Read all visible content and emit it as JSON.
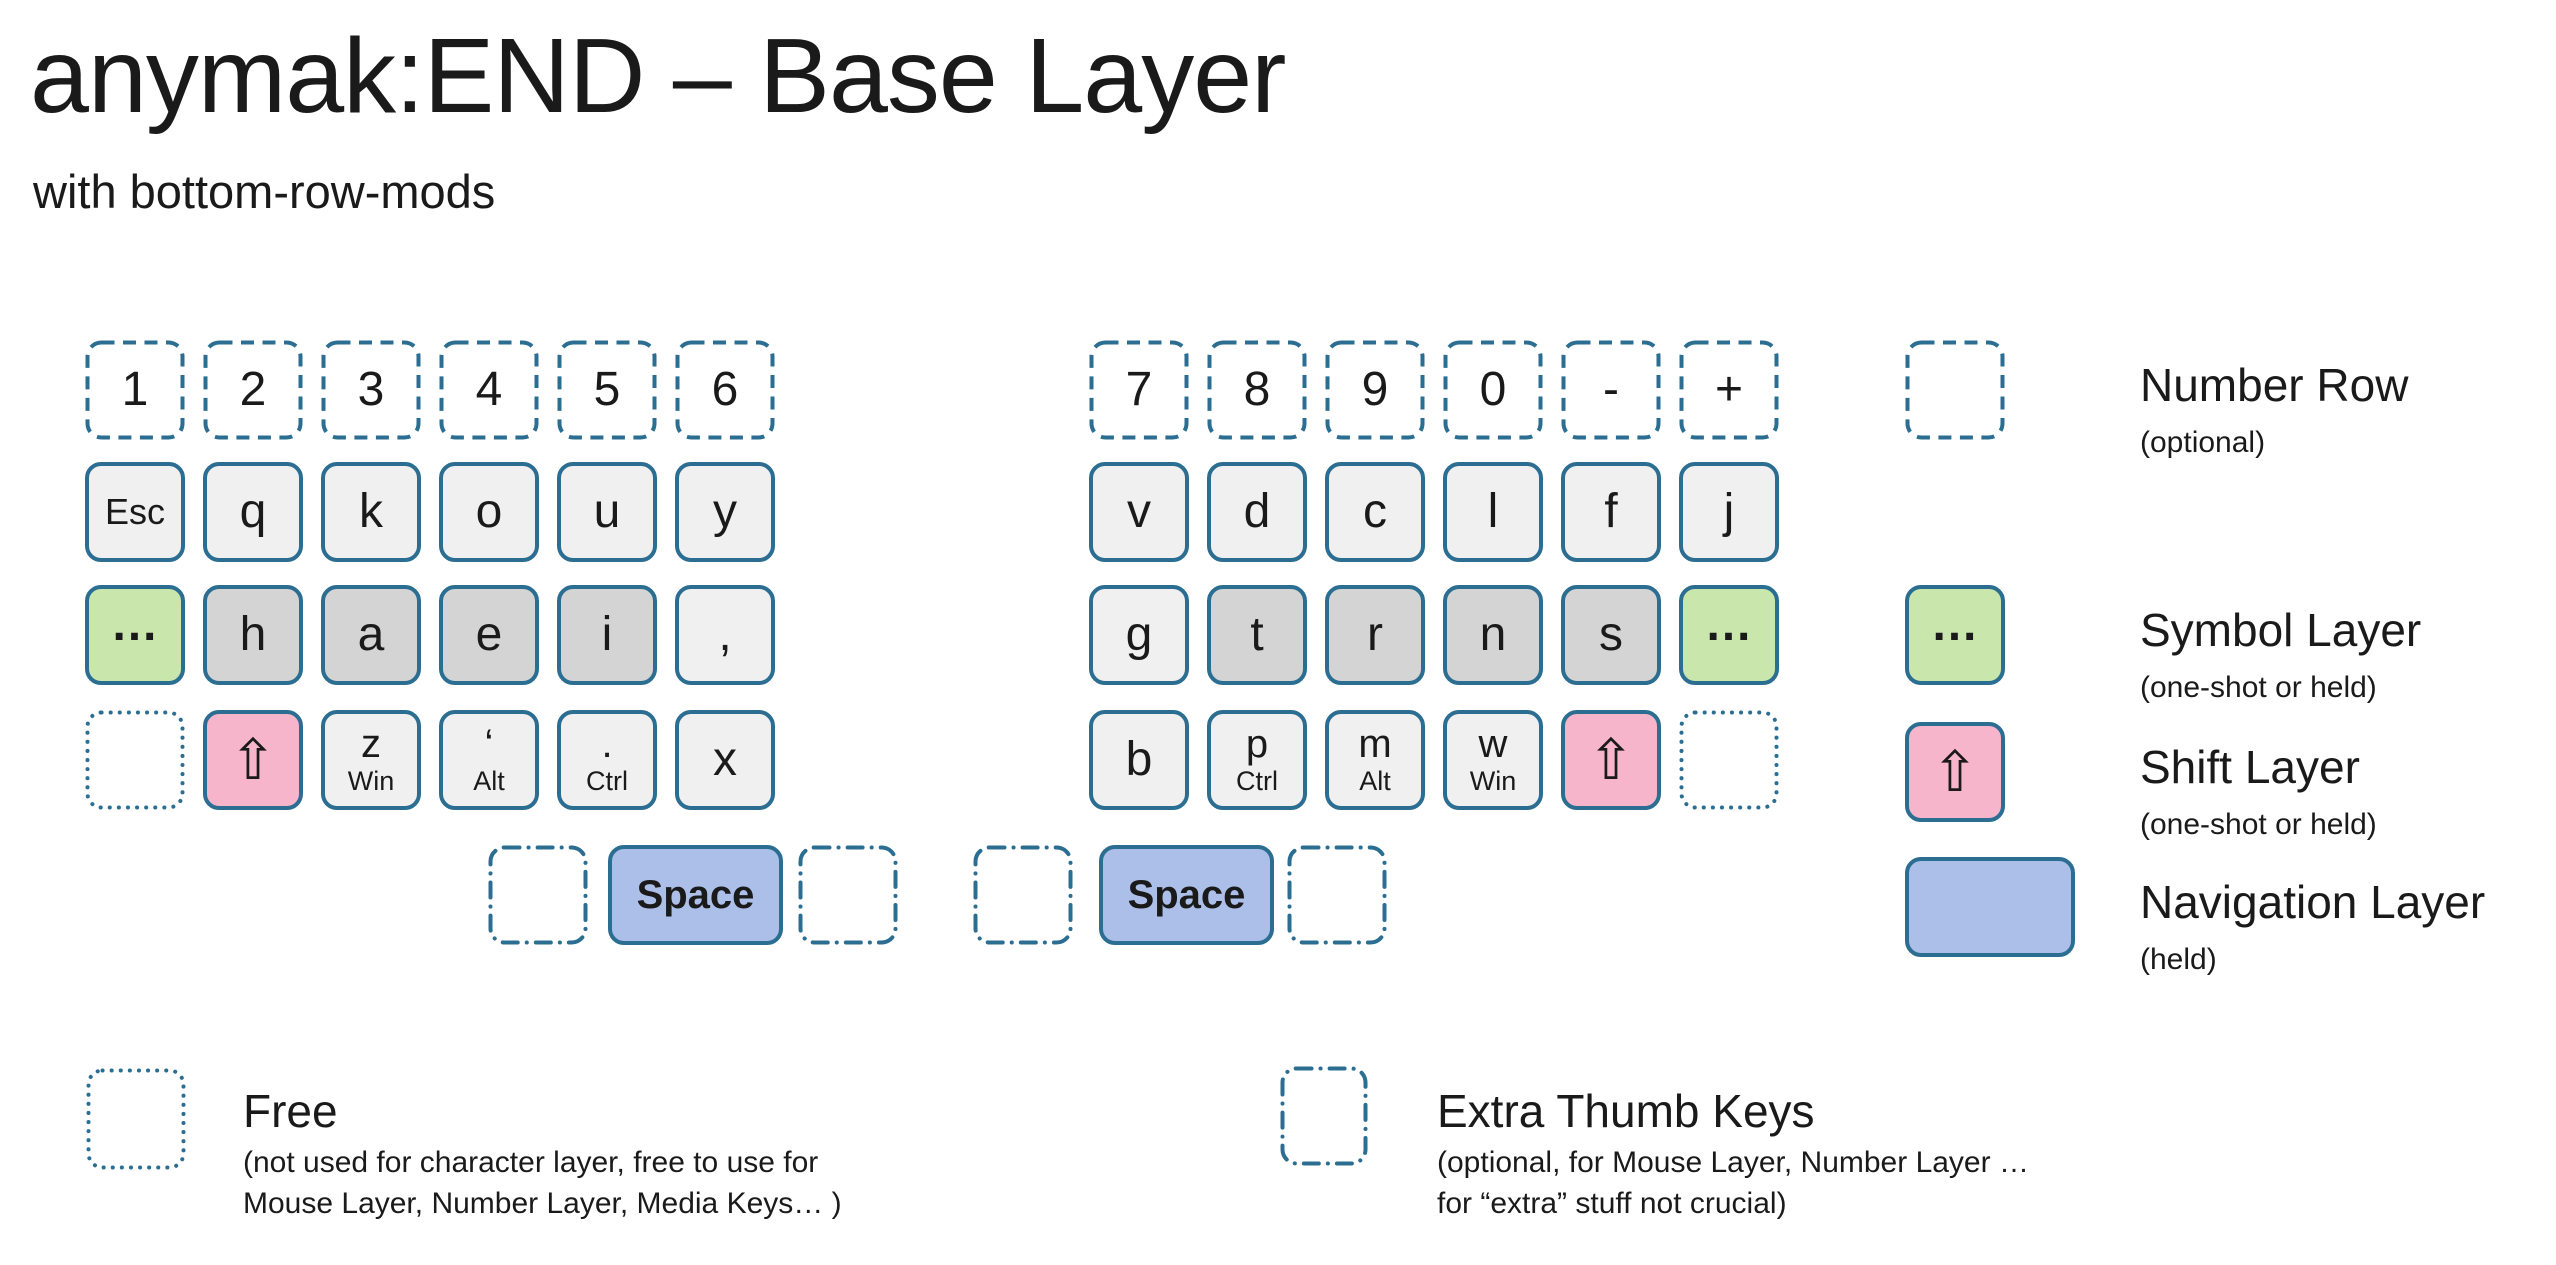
{
  "title": "anymak:END – Base Layer",
  "subtitle": "with bottom-row-mods",
  "colors": {
    "outline": "#2b6e91",
    "key_fill": "#f0f0f0",
    "home_fill": "#d4d4d4",
    "symbol_fill": "#c9e6ac",
    "shift_fill": "#f7b5cc",
    "nav_fill": "#abbfe9",
    "text": "#1a1a1a",
    "background": "#ffffff"
  },
  "keyboard": {
    "left": {
      "rows": [
        [
          {
            "name": "key-1",
            "label": "1",
            "type": "number"
          },
          {
            "name": "key-2",
            "label": "2",
            "type": "number"
          },
          {
            "name": "key-3",
            "label": "3",
            "type": "number"
          },
          {
            "name": "key-4",
            "label": "4",
            "type": "number"
          },
          {
            "name": "key-5",
            "label": "5",
            "type": "number"
          },
          {
            "name": "key-6",
            "label": "6",
            "type": "number"
          }
        ],
        [
          {
            "name": "key-esc",
            "label": "Esc",
            "type": "normal"
          },
          {
            "name": "key-q",
            "label": "q",
            "type": "normal"
          },
          {
            "name": "key-k",
            "label": "k",
            "type": "normal"
          },
          {
            "name": "key-o",
            "label": "o",
            "type": "normal"
          },
          {
            "name": "key-u",
            "label": "u",
            "type": "normal"
          },
          {
            "name": "key-y",
            "label": "y",
            "type": "normal"
          }
        ],
        [
          {
            "name": "key-symbol-layer",
            "label": "…",
            "type": "symbol"
          },
          {
            "name": "key-h",
            "label": "h",
            "type": "home"
          },
          {
            "name": "key-a",
            "label": "a",
            "type": "home"
          },
          {
            "name": "key-e",
            "label": "e",
            "type": "home"
          },
          {
            "name": "key-i",
            "label": "i",
            "type": "home"
          },
          {
            "name": "key-comma",
            "label": ",",
            "type": "normal"
          }
        ],
        [
          {
            "name": "key-free",
            "type": "free"
          },
          {
            "name": "key-shift",
            "label": "⇧",
            "type": "shift"
          },
          {
            "name": "key-z-win",
            "label": "z",
            "sub": "Win",
            "type": "normal"
          },
          {
            "name": "key-quote-alt",
            "label": "‘",
            "sub": "Alt",
            "type": "normal"
          },
          {
            "name": "key-period-ctrl",
            "label": ".",
            "sub": "Ctrl",
            "type": "normal"
          },
          {
            "name": "key-x",
            "label": "x",
            "type": "normal"
          }
        ]
      ],
      "thumb": [
        {
          "name": "key-extra-thumb",
          "type": "thumb"
        },
        {
          "name": "key-space",
          "label": "Space",
          "type": "space"
        },
        {
          "name": "key-extra-thumb",
          "type": "thumb"
        }
      ]
    },
    "right": {
      "rows": [
        [
          {
            "name": "key-7",
            "label": "7",
            "type": "number"
          },
          {
            "name": "key-8",
            "label": "8",
            "type": "number"
          },
          {
            "name": "key-9",
            "label": "9",
            "type": "number"
          },
          {
            "name": "key-0",
            "label": "0",
            "type": "number"
          },
          {
            "name": "key-minus",
            "label": "-",
            "type": "number"
          },
          {
            "name": "key-plus",
            "label": "+",
            "type": "number"
          }
        ],
        [
          {
            "name": "key-v",
            "label": "v",
            "type": "normal"
          },
          {
            "name": "key-d",
            "label": "d",
            "type": "normal"
          },
          {
            "name": "key-c",
            "label": "c",
            "type": "normal"
          },
          {
            "name": "key-l",
            "label": "l",
            "type": "normal"
          },
          {
            "name": "key-f",
            "label": "f",
            "type": "normal"
          },
          {
            "name": "key-j",
            "label": "j",
            "type": "normal"
          }
        ],
        [
          {
            "name": "key-g",
            "label": "g",
            "type": "normal"
          },
          {
            "name": "key-t",
            "label": "t",
            "type": "home"
          },
          {
            "name": "key-r",
            "label": "r",
            "type": "home"
          },
          {
            "name": "key-n",
            "label": "n",
            "type": "home"
          },
          {
            "name": "key-s",
            "label": "s",
            "type": "home"
          },
          {
            "name": "key-symbol-layer",
            "label": "…",
            "type": "symbol"
          }
        ],
        [
          {
            "name": "key-b",
            "label": "b",
            "type": "normal"
          },
          {
            "name": "key-p-ctrl",
            "label": "p",
            "sub": "Ctrl",
            "type": "normal"
          },
          {
            "name": "key-m-alt",
            "label": "m",
            "sub": "Alt",
            "type": "normal"
          },
          {
            "name": "key-w-win",
            "label": "w",
            "sub": "Win",
            "type": "normal"
          },
          {
            "name": "key-shift",
            "label": "⇧",
            "type": "shift"
          },
          {
            "name": "key-free",
            "type": "free"
          }
        ]
      ],
      "thumb": [
        {
          "name": "key-extra-thumb",
          "type": "thumb"
        },
        {
          "name": "key-space",
          "label": "Space",
          "type": "space"
        },
        {
          "name": "key-extra-thumb",
          "type": "thumb"
        }
      ]
    }
  },
  "legend": {
    "items": [
      {
        "key_type": "number",
        "title": "Number Row",
        "note": "(optional)"
      },
      {
        "key_type": "symbol",
        "label": "…",
        "title": "Symbol Layer",
        "note": "(one-shot or held)"
      },
      {
        "key_type": "shift",
        "label": "⇧",
        "title": "Shift Layer",
        "note": "(one-shot or held)"
      },
      {
        "key_type": "space",
        "title": "Navigation Layer",
        "note": "(held)"
      }
    ],
    "footnotes": [
      {
        "key_type": "free",
        "title": "Free",
        "note_lines": [
          "(not used for character layer, free to use for",
          "Mouse Layer, Number Layer, Media Keys… )"
        ]
      },
      {
        "key_type": "thumb",
        "title": "Extra Thumb Keys",
        "note_lines": [
          "(optional, for Mouse Layer, Number Layer …",
          "for “extra” stuff not crucial)"
        ]
      }
    ]
  }
}
